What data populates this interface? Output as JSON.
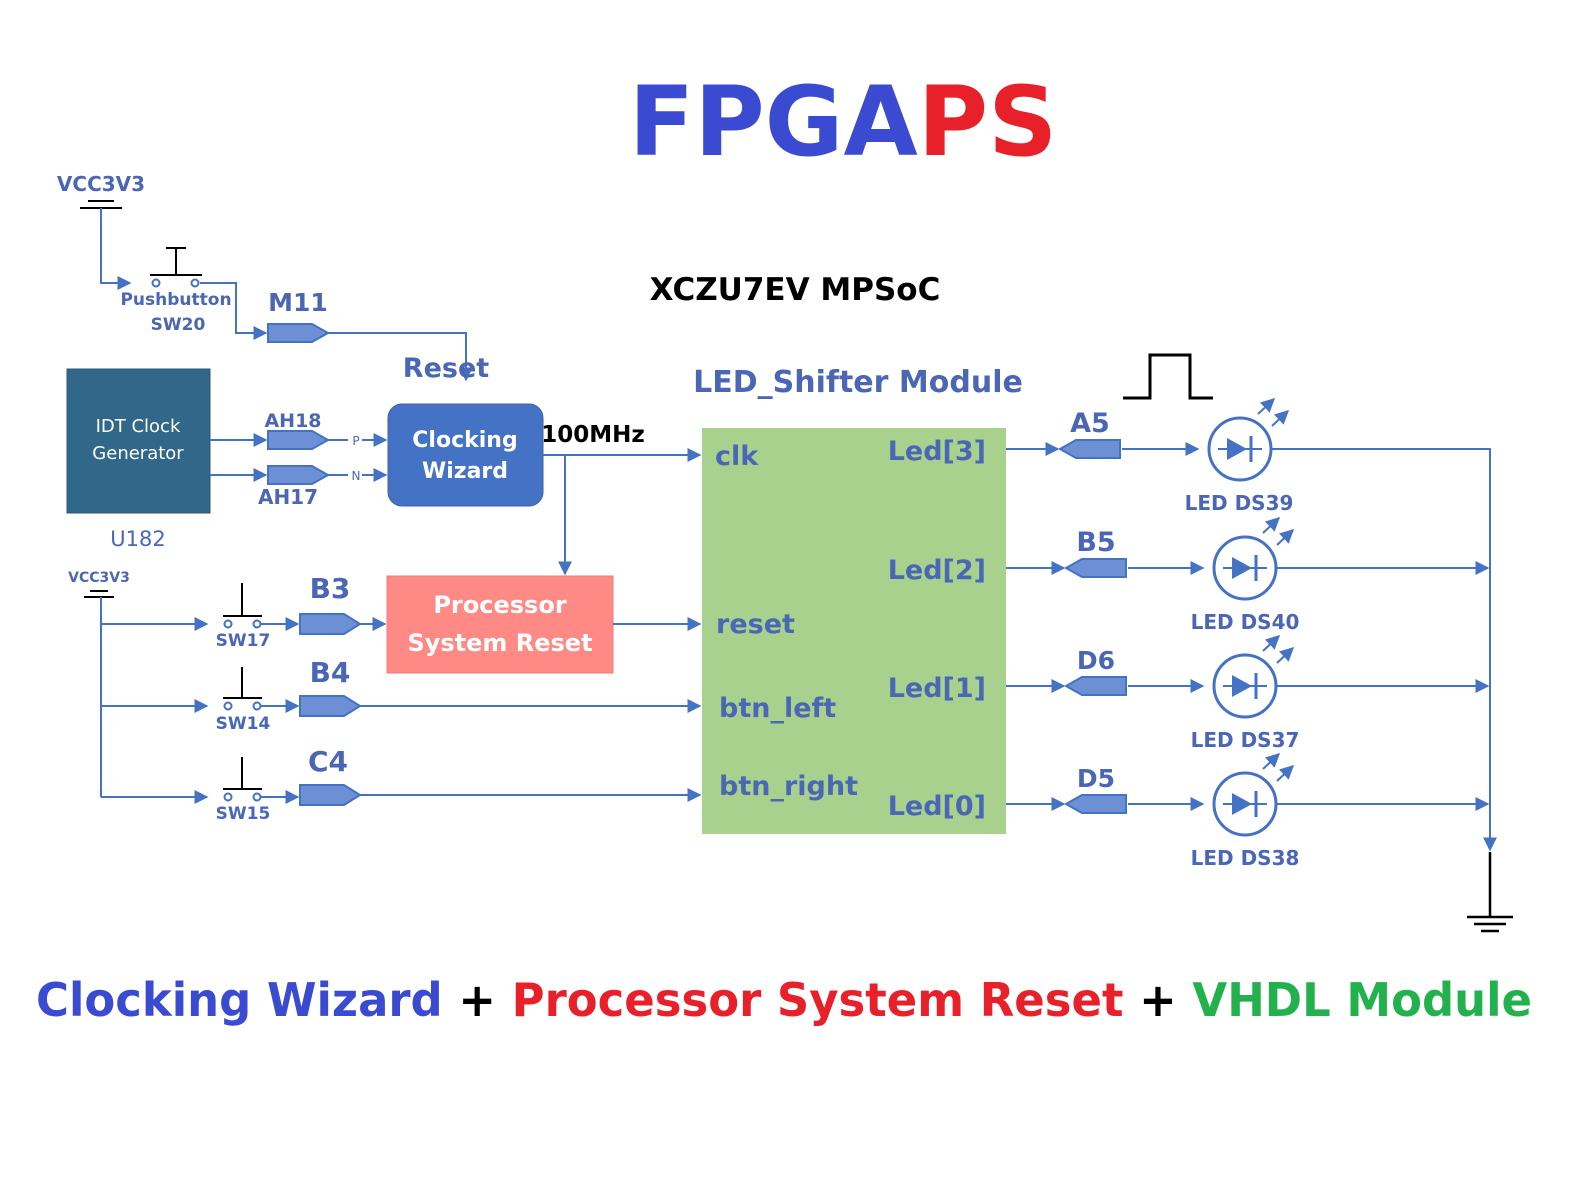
{
  "title": {
    "part1": "FPGA",
    "part2": "PS",
    "color1": "#3a4bd1",
    "color2": "#e8202a"
  },
  "device": "XCZU7EV MPSoC",
  "colors": {
    "wire": "#4472c4",
    "label": "#4a66b5",
    "pin_fill": "#6d8fd3",
    "module_fill": "#a9d18e",
    "clk_wizard_fill": "#4472c4",
    "psr_fill": "#ff8a85",
    "idt_fill": "#31688a"
  },
  "power": {
    "top": "VCC3V3",
    "bottom": "VCC3V3"
  },
  "pushbutton": {
    "line1": "Pushbutton",
    "line2": "SW20"
  },
  "pins": {
    "m11": "M11",
    "ah18": "AH18",
    "ah17": "AH17",
    "b3": "B3",
    "b4": "B4",
    "c4": "C4",
    "a5": "A5",
    "b5": "B5",
    "d6": "D6",
    "d5": "D5"
  },
  "diff": {
    "p": "P",
    "n": "N"
  },
  "idt": {
    "line1": "IDT Clock",
    "line2": "Generator",
    "ref": "U182"
  },
  "clocking_wizard": {
    "input_label": "Reset",
    "line1": "Clocking",
    "line2": "Wizard",
    "freq": "100MHz"
  },
  "psr": {
    "line1": "Processor",
    "line2": "System Reset"
  },
  "switches": {
    "sw17": "SW17",
    "sw14": "SW14",
    "sw15": "SW15"
  },
  "module": {
    "title": "LED_Shifter Module",
    "inputs": [
      "clk",
      "reset",
      "btn_left",
      "btn_right"
    ],
    "outputs": [
      "Led[3]",
      "Led[2]",
      "Led[1]",
      "Led[0]"
    ]
  },
  "leds": [
    "LED DS39",
    "LED DS40",
    "LED DS37",
    "LED DS38"
  ],
  "footer": {
    "part1": "Clocking Wizard",
    "plus1": "+",
    "part2": "Processor System Reset",
    "plus2": "+",
    "part3": "VHDL Module",
    "color1": "#3a4bd1",
    "color2": "#e8202a",
    "color3": "#22b14c"
  }
}
